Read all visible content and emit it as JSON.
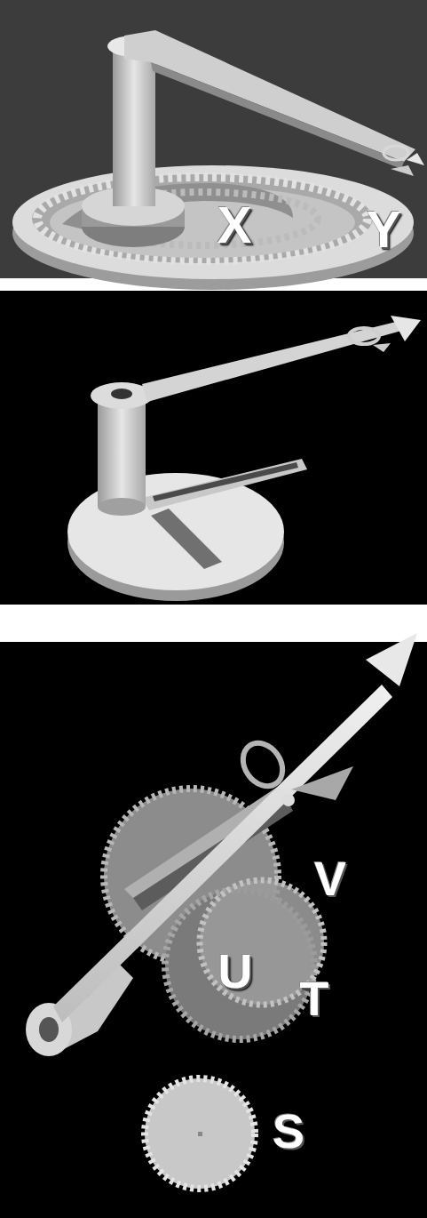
{
  "diagram": {
    "labels": [
      "X",
      "Y",
      "V",
      "U",
      "T",
      "S"
    ]
  }
}
